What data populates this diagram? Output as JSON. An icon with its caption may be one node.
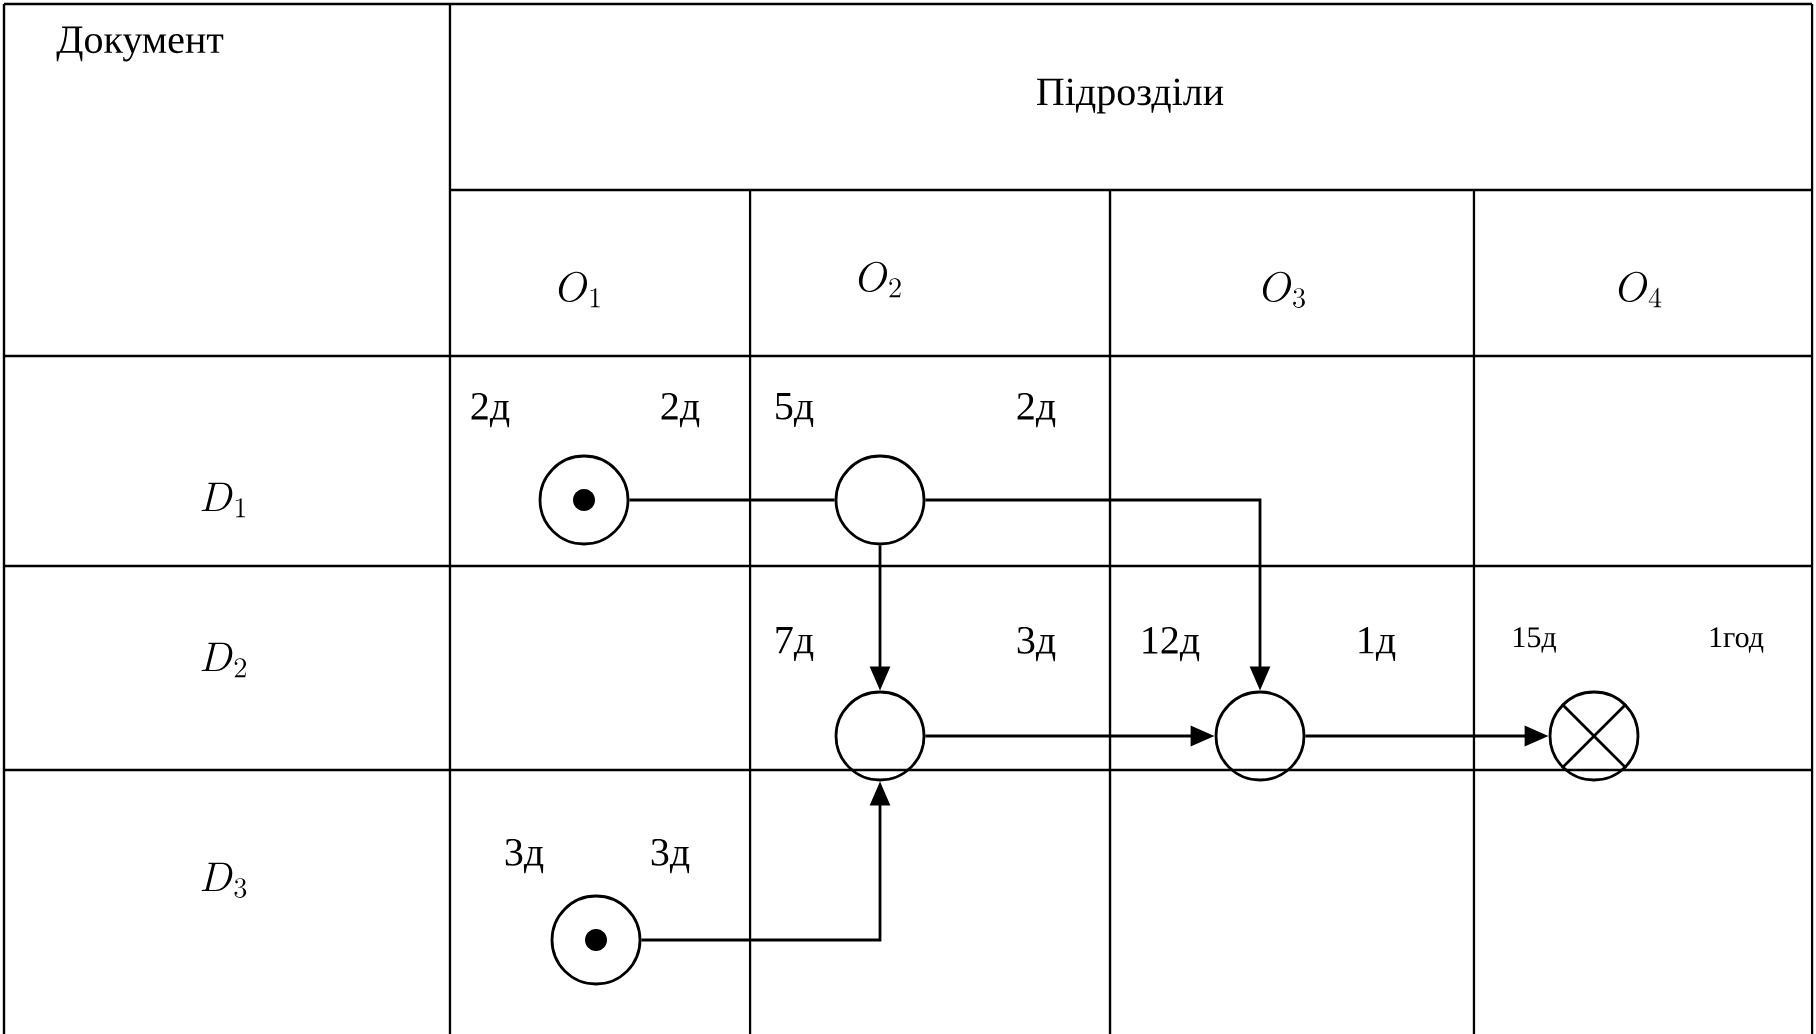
{
  "diagram": {
    "nodes": [
      {
        "text": [],
        "shape": "circle",
        "beside": [
          "2д",
          "2д"
        ]
      },
      {
        "text": [],
        "shape": "circle",
        "beside": [
          "5д",
          "2д"
        ]
      },
      {
        "text": [],
        "shape": "circle",
        "beside": [
          "7д",
          "3д"
        ]
      },
      {
        "text": [],
        "shape": "circle",
        "beside": [
          "12д",
          "1д"
        ]
      },
      {
        "text": [],
        "shape": "circle",
        "beside": [
          "15д",
          "1год"
        ]
      },
      {
        "text": [],
        "shape": "circle",
        "beside": [
          "3д",
          "3д"
        ]
      }
    ],
    "edges": [
      {
        "from": 0,
        "to": 1,
        "arrow": "none"
      },
      {
        "from": 1,
        "to": 2,
        "arrow": "to"
      },
      {
        "from": 1,
        "to": 3,
        "arrow": "to"
      },
      {
        "from": 2,
        "to": 3,
        "arrow": "to"
      },
      {
        "from": 3,
        "to": 4,
        "arrow": "to"
      },
      {
        "from": 5,
        "to": 2,
        "arrow": "to"
      }
    ],
    "labels": [
      "Документ",
      "Підрозділи",
      "O_1",
      "O_2",
      "O_3",
      "O_4",
      "D_1",
      "D_2",
      "D_3"
    ]
  }
}
